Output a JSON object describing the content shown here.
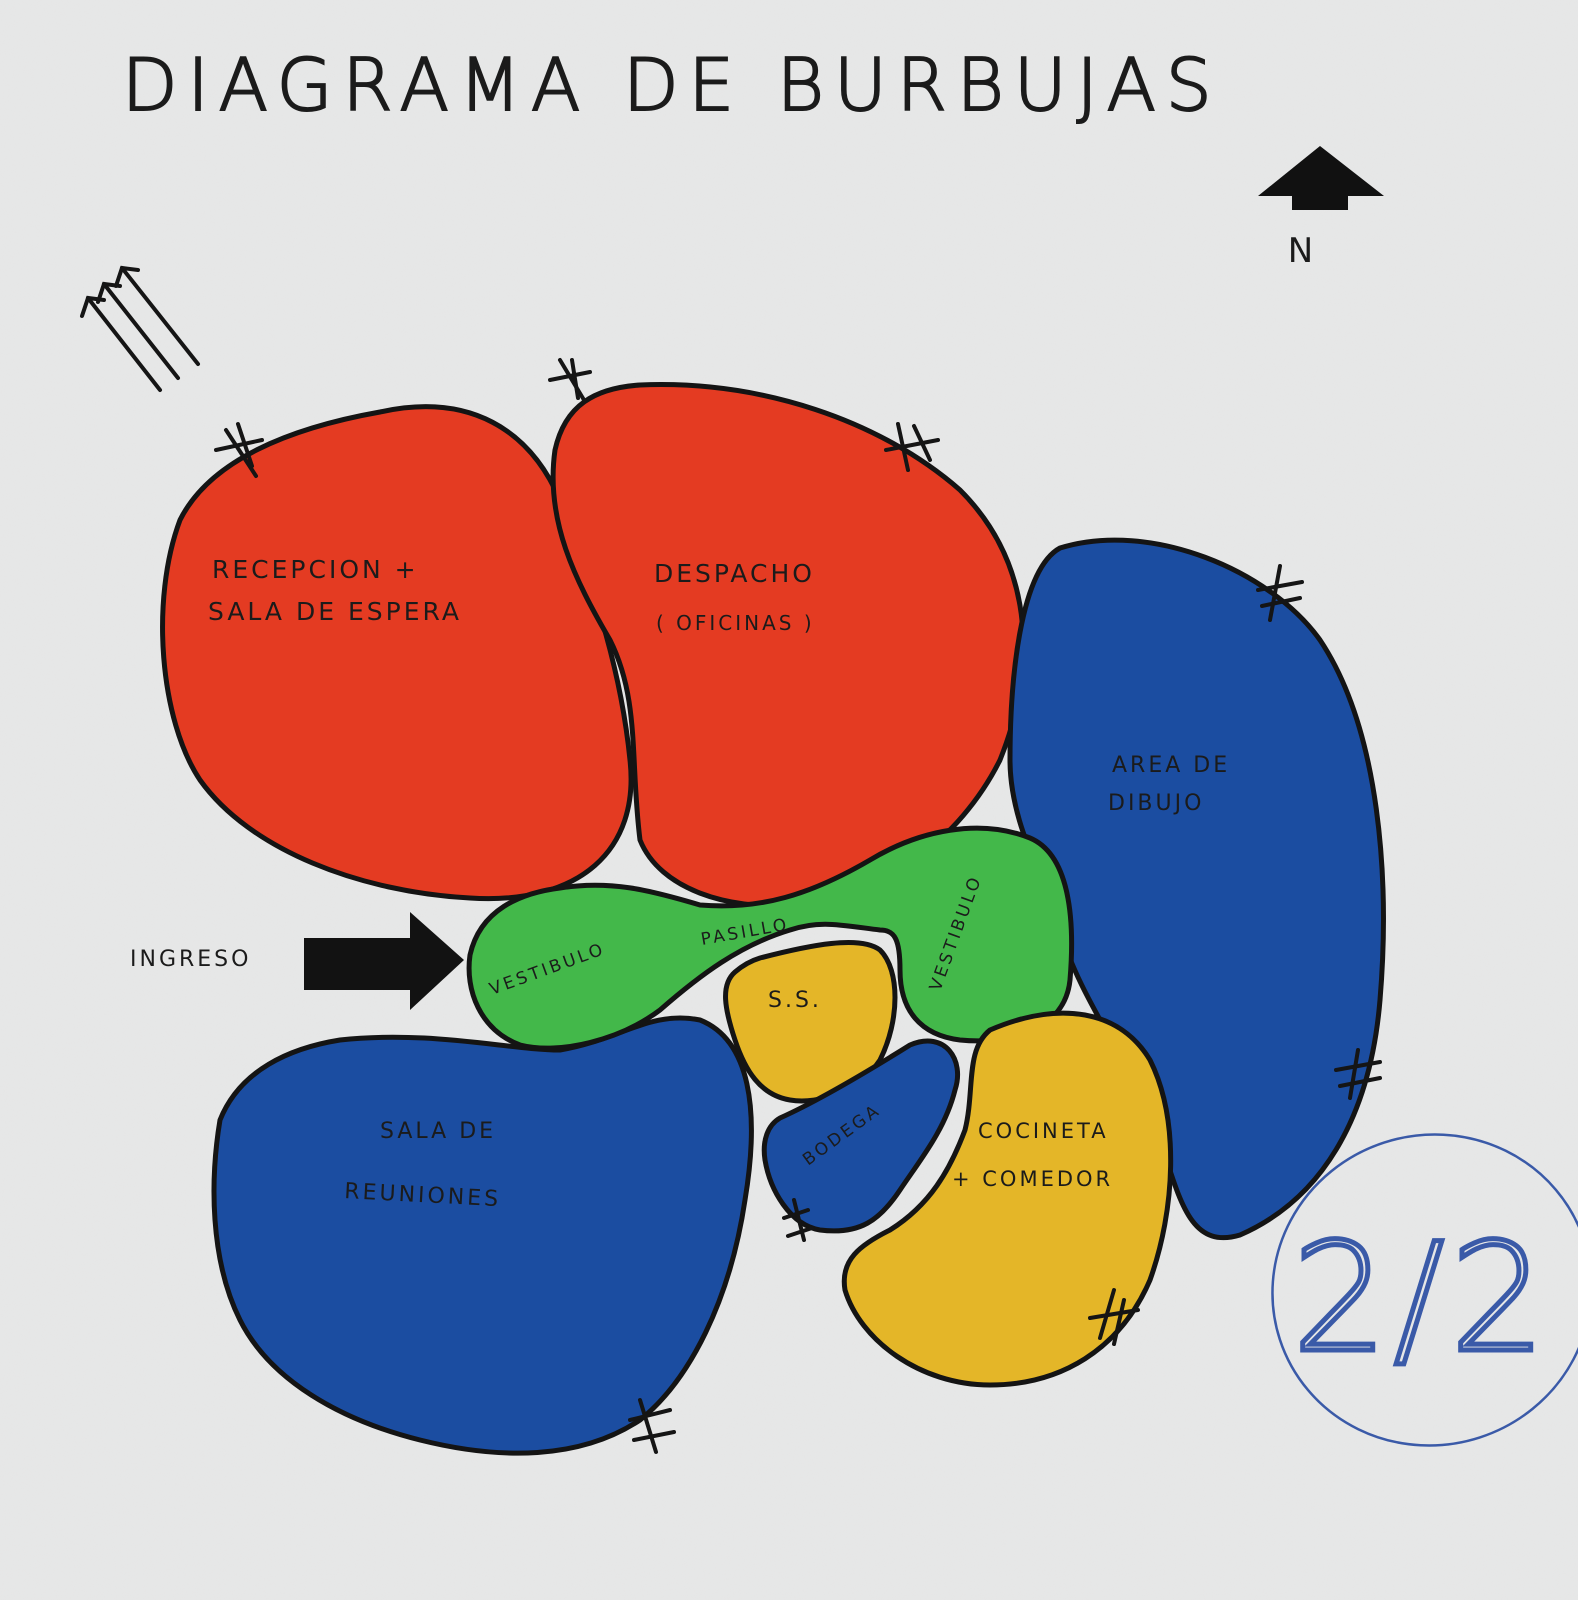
{
  "title": "DIAGRAMA DE BURBUJAS",
  "north": {
    "label": "N",
    "icon": "north-arrow-icon"
  },
  "entry": {
    "label": "INGRESO",
    "icon": "entry-arrow-icon"
  },
  "wind_icon": "wind-direction-icon",
  "page_mark": "2/2",
  "colors": {
    "public": "#e43b22",
    "semi_public": "#1b4da1",
    "circulation": "#43b84a",
    "service": "#e4b628",
    "ink": "#141414",
    "paper": "#e7e8e8",
    "pen_blue": "#3a5aa8"
  },
  "spaces": {
    "recepcion": {
      "line1": "RECEPCION +",
      "line2": "SALA DE ESPERA"
    },
    "despacho": {
      "line1": "DESPACHO",
      "line2": "( OFICINAS )"
    },
    "area_dibujo": {
      "line1": "AREA DE",
      "line2": "DIBUJO"
    },
    "vestibulo_left": {
      "label": "VESTIBULO"
    },
    "pasillo": {
      "label": "PASILLO"
    },
    "vestibulo_right": {
      "label": "VESTIBULO"
    },
    "ss": {
      "label": "S.S."
    },
    "bodega": {
      "label": "BODEGA"
    },
    "sala_reuniones": {
      "line1": "SALA DE",
      "line2": "REUNIONES"
    },
    "cocineta": {
      "line1": "COCINETA",
      "line2": "+ COMEDOR"
    }
  }
}
